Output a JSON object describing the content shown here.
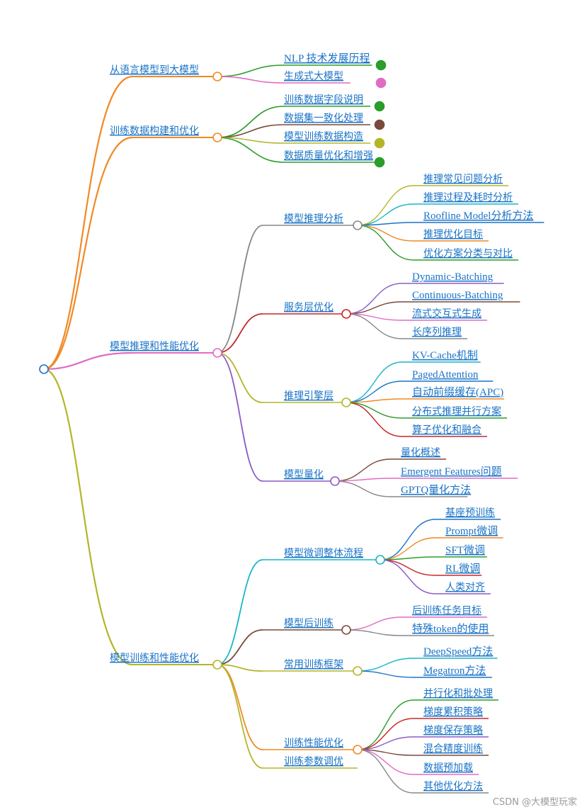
{
  "root": {
    "label": ""
  },
  "branches": [
    {
      "label": "从语言模型到大模型",
      "color": "#f08a24",
      "children": [
        {
          "label": "NLP 技术发展历程",
          "color": "#2a9d2a"
        },
        {
          "label": "生成式大模型",
          "color": "#e06bc4"
        }
      ]
    },
    {
      "label": "训练数据构建和优化",
      "color": "#f08a24",
      "children": [
        {
          "label": "训练数据字段说明",
          "color": "#2a9d2a"
        },
        {
          "label": "数据集一致化处理",
          "color": "#7a4a3a"
        },
        {
          "label": "模型训练数据构造",
          "color": "#b5b52a"
        },
        {
          "label": "数据质量优化和增强",
          "color": "#2a9d2a"
        }
      ]
    },
    {
      "label": "模型推理和性能优化",
      "color": "#e06bc4",
      "children": [
        {
          "label": "模型推理分析",
          "color": "#888888",
          "children": [
            {
              "label": "推理常见问题分析",
              "color": "#b5b52a"
            },
            {
              "label": "推理过程及耗时分析",
              "color": "#19b5c8"
            },
            {
              "label": "Roofline Model分析方法",
              "color": "#1a73c7"
            },
            {
              "label": "推理优化目标",
              "color": "#f08a24"
            },
            {
              "label": "优化方案分类与对比",
              "color": "#2a9d2a"
            }
          ]
        },
        {
          "label": "服务层优化",
          "color": "#c62828",
          "children": [
            {
              "label": "Dynamic-Batching",
              "color": "#8e5cc7"
            },
            {
              "label": "Continuous-Batching",
              "color": "#7a4a3a"
            },
            {
              "label": "流式交互式生成",
              "color": "#e06bc4"
            },
            {
              "label": "长序列推理",
              "color": "#888888"
            }
          ]
        },
        {
          "label": "推理引擎层",
          "color": "#b5b52a",
          "children": [
            {
              "label": "KV-Cache机制",
              "color": "#19b5c8"
            },
            {
              "label": "PagedAttention",
              "color": "#1a73c7"
            },
            {
              "label": "自动前缀缓存(APC)",
              "color": "#f08a24"
            },
            {
              "label": "分布式推理并行方案",
              "color": "#2a9d2a"
            },
            {
              "label": "算子优化和融合",
              "color": "#c62828"
            }
          ]
        },
        {
          "label": "模型量化",
          "color": "#8e5cc7",
          "children": [
            {
              "label": "量化概述",
              "color": "#7a4a3a"
            },
            {
              "label": "Emergent Features问题",
              "color": "#e06bc4"
            },
            {
              "label": "GPTQ量化方法",
              "color": "#888888"
            }
          ]
        }
      ]
    },
    {
      "label": "模型训练和性能优化",
      "color": "#b5b52a",
      "children": [
        {
          "label": "模型微调整体流程",
          "color": "#19b5c8",
          "children": [
            {
              "label": "基座预训练",
              "color": "#1a73c7"
            },
            {
              "label": "Prompt微调",
              "color": "#f08a24"
            },
            {
              "label": "SFT微调",
              "color": "#2a9d2a"
            },
            {
              "label": "RL微调",
              "color": "#c62828"
            },
            {
              "label": "人类对齐",
              "color": "#8e5cc7"
            }
          ]
        },
        {
          "label": "模型后训练",
          "color": "#7a4a3a",
          "children": [
            {
              "label": "后训练任务目标",
              "color": "#e06bc4"
            },
            {
              "label": "特殊token的使用",
              "color": "#888888"
            }
          ]
        },
        {
          "label": "常用训练框架",
          "color": "#b5b52a",
          "children": [
            {
              "label": "DeepSpeed方法",
              "color": "#19b5c8"
            },
            {
              "label": "Megatron方法",
              "color": "#1a73c7"
            }
          ]
        },
        {
          "label": "训练性能优化",
          "color": "#f08a24",
          "children": [
            {
              "label": "并行化和批处理",
              "color": "#2a9d2a"
            },
            {
              "label": "梯度累积策略",
              "color": "#c62828"
            },
            {
              "label": "梯度保存策略",
              "color": "#8e5cc7"
            },
            {
              "label": "混合精度训练",
              "color": "#7a4a3a"
            },
            {
              "label": "数据预加载",
              "color": "#e06bc4"
            },
            {
              "label": "其他优化方法",
              "color": "#888888"
            }
          ]
        },
        {
          "label": "训练参数调优",
          "color": "#b5b52a"
        }
      ]
    }
  ],
  "watermark": "CSDN @大模型玩家"
}
